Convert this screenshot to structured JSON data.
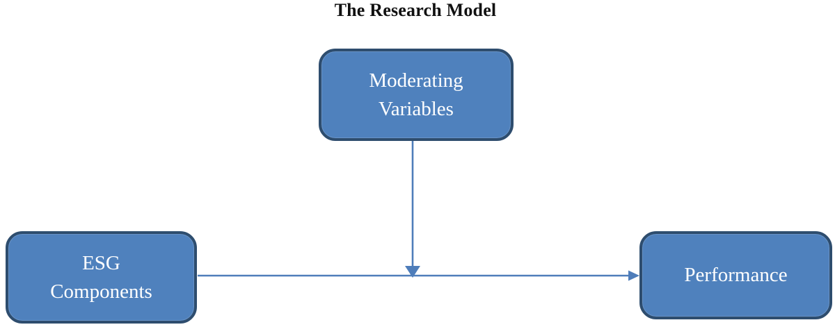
{
  "title": "The Research Model",
  "colors": {
    "box_fill": "#4f81bd",
    "box_border": "#2e4d6e",
    "arrow": "#4e7dba",
    "box_text": "#ffffff",
    "title_text": "#111111",
    "canvas_bg": "#ffffff"
  },
  "nodes": [
    {
      "id": "moderating-variables",
      "label": "Moderating\nVariables",
      "position": "top-center"
    },
    {
      "id": "esg-components",
      "label": "ESG\nComponents",
      "position": "bottom-left"
    },
    {
      "id": "performance",
      "label": "Performance",
      "position": "bottom-right"
    }
  ],
  "edges": [
    {
      "from": "ESG Components",
      "to": "Performance",
      "style": "straight-arrow",
      "direction": "right"
    },
    {
      "from": "Moderating Variables",
      "to": "path between ESG Components and Performance",
      "style": "straight-arrow",
      "direction": "down"
    }
  ]
}
